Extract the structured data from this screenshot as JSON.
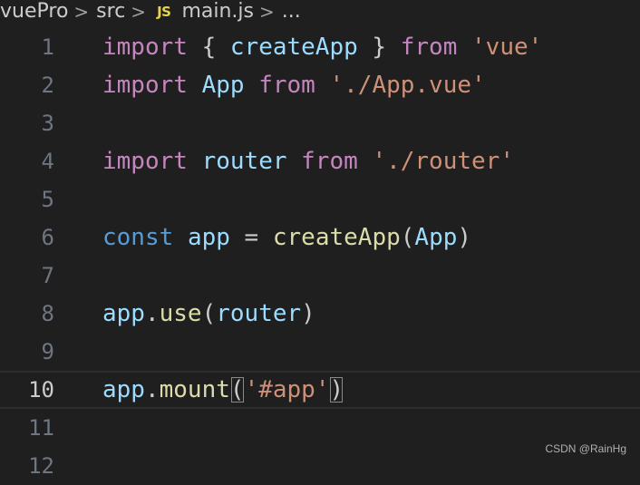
{
  "breadcrumb": {
    "folder1": "vuePro",
    "folder2": "src",
    "file_icon": "JS",
    "file": "main.js",
    "more": "...",
    "separator": ">"
  },
  "lines": [
    {
      "num": "1",
      "tokens": [
        {
          "t": "import",
          "c": "kw-import"
        },
        {
          "t": " { ",
          "c": "punc"
        },
        {
          "t": "createApp",
          "c": "var"
        },
        {
          "t": " } ",
          "c": "punc"
        },
        {
          "t": "from",
          "c": "kw-import"
        },
        {
          "t": " ",
          "c": "punc"
        },
        {
          "t": "'vue'",
          "c": "str"
        }
      ]
    },
    {
      "num": "2",
      "tokens": [
        {
          "t": "import",
          "c": "kw-import"
        },
        {
          "t": " ",
          "c": "punc"
        },
        {
          "t": "App",
          "c": "var"
        },
        {
          "t": " ",
          "c": "punc"
        },
        {
          "t": "from",
          "c": "kw-import"
        },
        {
          "t": " ",
          "c": "punc"
        },
        {
          "t": "'./App.vue'",
          "c": "str"
        }
      ]
    },
    {
      "num": "3",
      "tokens": []
    },
    {
      "num": "4",
      "tokens": [
        {
          "t": "import",
          "c": "kw-import"
        },
        {
          "t": " ",
          "c": "punc"
        },
        {
          "t": "router",
          "c": "var"
        },
        {
          "t": " ",
          "c": "punc"
        },
        {
          "t": "from",
          "c": "kw-import"
        },
        {
          "t": " ",
          "c": "punc"
        },
        {
          "t": "'./router'",
          "c": "str"
        }
      ]
    },
    {
      "num": "5",
      "tokens": []
    },
    {
      "num": "6",
      "tokens": [
        {
          "t": "const",
          "c": "kw-const"
        },
        {
          "t": " ",
          "c": "punc"
        },
        {
          "t": "app",
          "c": "var"
        },
        {
          "t": " = ",
          "c": "punc"
        },
        {
          "t": "createApp",
          "c": "fn"
        },
        {
          "t": "(",
          "c": "punc"
        },
        {
          "t": "App",
          "c": "var"
        },
        {
          "t": ")",
          "c": "punc"
        }
      ]
    },
    {
      "num": "7",
      "tokens": []
    },
    {
      "num": "8",
      "tokens": [
        {
          "t": "app",
          "c": "var"
        },
        {
          "t": ".",
          "c": "punc"
        },
        {
          "t": "use",
          "c": "fn"
        },
        {
          "t": "(",
          "c": "punc"
        },
        {
          "t": "router",
          "c": "var"
        },
        {
          "t": ")",
          "c": "punc"
        }
      ]
    },
    {
      "num": "9",
      "tokens": []
    },
    {
      "num": "10",
      "current": true,
      "tokens": [
        {
          "t": "app",
          "c": "var"
        },
        {
          "t": ".",
          "c": "punc"
        },
        {
          "t": "mount",
          "c": "fn"
        },
        {
          "t": "(",
          "c": "punc bracket-hl"
        },
        {
          "t": "'#app'",
          "c": "str"
        },
        {
          "t": ")",
          "c": "punc bracket-hl"
        }
      ]
    },
    {
      "num": "11",
      "tokens": []
    },
    {
      "num": "12",
      "tokens": []
    }
  ],
  "watermark": "CSDN @RainHg",
  "colors": {
    "background": "#1f1f1f",
    "keyword_import": "#c586c0",
    "keyword_const": "#569cd6",
    "variable": "#9cdcfe",
    "function": "#dcdcaa",
    "string": "#ce9178",
    "js_icon": "#e8d44d"
  }
}
